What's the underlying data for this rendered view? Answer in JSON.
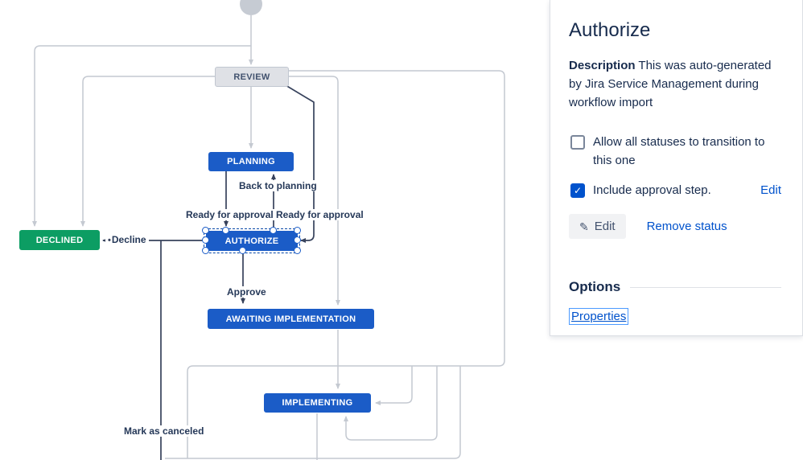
{
  "colors": {
    "status_blue": "#1b5cc7",
    "status_green": "#0c9d63",
    "status_gray_bg": "#dfe1e6",
    "status_gray_text": "#42526e",
    "line_gray": "#c4c9d1",
    "line_dark": "#37425c",
    "link_blue": "#0052cc",
    "text_dark": "#172b4d",
    "checkbox_blue": "#0052cc",
    "focus_ring": "#4c9aff",
    "panel_border": "#dcdfe4",
    "button_gray_bg": "#f1f2f4",
    "button_gray_text": "#42526e",
    "start_node_gray": "#c6cbd3",
    "label_text": "#253858"
  },
  "icons": {
    "pencil_icon": "✎",
    "check_icon": "✓",
    "bullet_icon": "•"
  },
  "diagram": {
    "statuses": {
      "review": {
        "label": "REVIEW",
        "color": "gray"
      },
      "planning": {
        "label": "PLANNING",
        "color": "blue"
      },
      "authorize": {
        "label": "AUTHORIZE",
        "color": "blue",
        "selected": true
      },
      "declined": {
        "label": "DECLINED",
        "color": "green"
      },
      "awaiting_implementation": {
        "label": "AWAITING IMPLEMENTATION",
        "color": "blue"
      },
      "implementing": {
        "label": "IMPLEMENTING",
        "color": "blue"
      }
    },
    "transitions": {
      "back_to_planning": "Back to planning",
      "ready_for_approval_left": "Ready for approval",
      "ready_for_approval_right": "Ready for approval",
      "decline": "Decline",
      "approve": "Approve",
      "mark_as_canceled": "Mark as canceled"
    }
  },
  "panel": {
    "title": "Authorize",
    "description": {
      "label": "Description",
      "text": "This was auto-generated by Jira Service Management during workflow import"
    },
    "checkboxes": {
      "all_statuses": {
        "label": "Allow all statuses to transition to this one",
        "checked": false
      },
      "approval": {
        "label": "Include approval step.",
        "checked": true,
        "edit_link": "Edit"
      }
    },
    "actions": {
      "edit_button": "Edit",
      "remove_status_link": "Remove status"
    },
    "options": {
      "heading": "Options",
      "properties_link": "Properties"
    }
  }
}
